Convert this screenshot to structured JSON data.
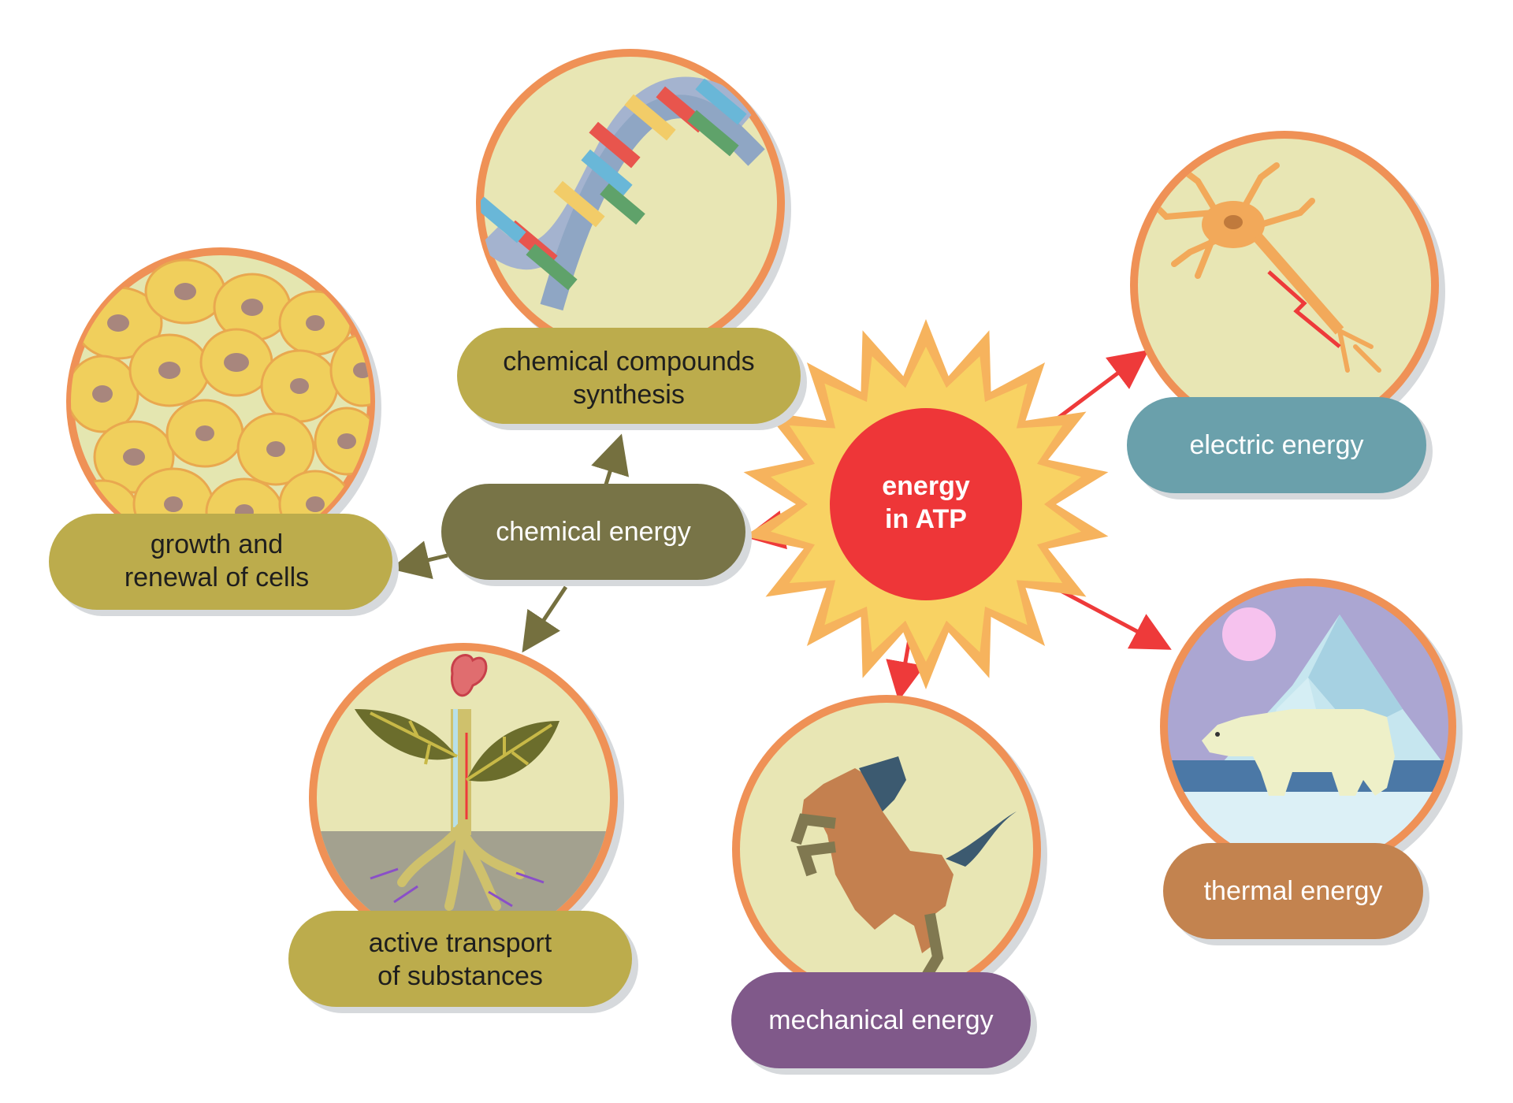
{
  "center": {
    "line1": "energy",
    "line2": "in ATP"
  },
  "nodes": {
    "chemical_energy": "chemical energy",
    "chemical_compounds_line1": "chemical compounds",
    "chemical_compounds_line2": "synthesis",
    "growth_line1": "growth and",
    "growth_line2": "renewal of cells",
    "transport_line1": "active transport",
    "transport_line2": "of substances",
    "electric_energy": "electric energy",
    "thermal_energy": "thermal energy",
    "mechanical_energy": "mechanical energy"
  },
  "colors": {
    "olive_light": "#bcac4c",
    "olive_dark": "#787447",
    "teal": "#6aa0ab",
    "brown": "#c3834f",
    "purple": "#80598a",
    "circle_fill": "#e8e6b4",
    "circle_ring": "#ef9156",
    "arrow_red": "#ee3a3a",
    "arrow_olive": "#75703f",
    "sun_outer": "#f6b35d",
    "sun_inner": "#f8d263",
    "atp_core": "#ee3638"
  }
}
